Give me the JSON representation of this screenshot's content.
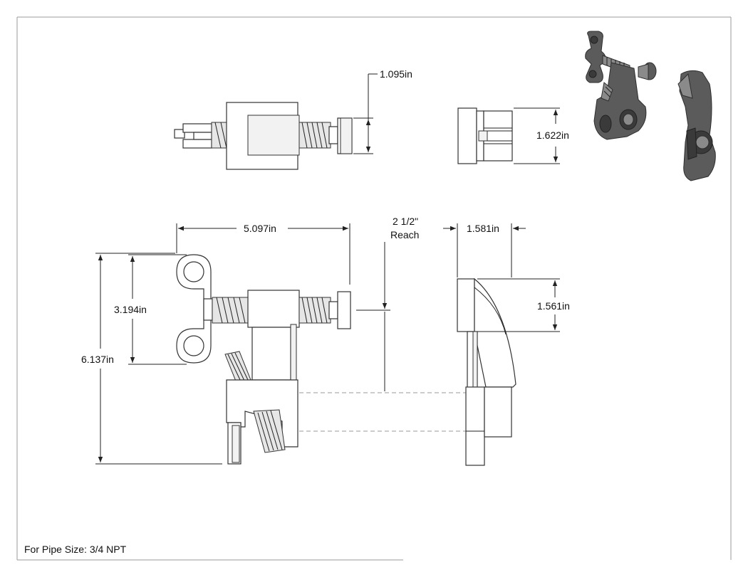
{
  "dimensions": {
    "top_pad": "1.095in",
    "side_height": "1.622in",
    "overall_length": "5.097in",
    "reach_value": "2 1/2\"",
    "reach_label": "Reach",
    "depth": "1.581in",
    "jaw_height": "1.561in",
    "handle_span": "3.194in",
    "overall_height": "6.137in"
  },
  "footer": {
    "pipe_size": "For Pipe Size: 3/4 NPT"
  },
  "colors": {
    "line": "#222222",
    "render_body": "#5b5b5b",
    "dashed": "#999999"
  }
}
